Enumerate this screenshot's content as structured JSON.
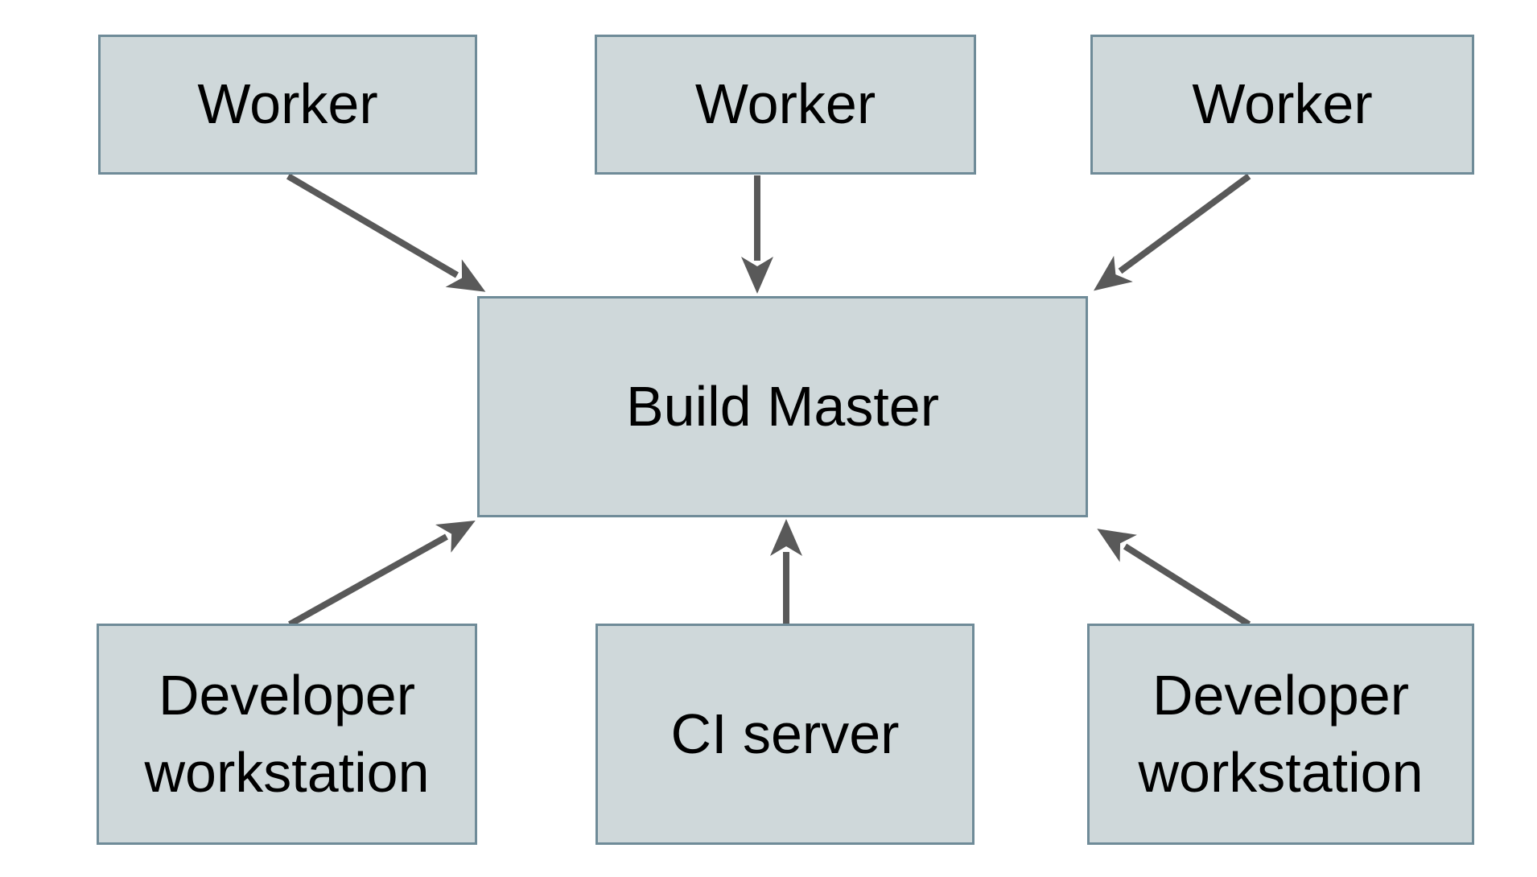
{
  "diagram": {
    "description": "Distributed build system diagram: workers, developer workstations and a CI server all connect to a central Build Master",
    "nodes": {
      "worker1": {
        "label": "Worker"
      },
      "worker2": {
        "label": "Worker"
      },
      "worker3": {
        "label": "Worker"
      },
      "buildMaster": {
        "label": "Build Master"
      },
      "devWorkstation1": {
        "lines": [
          "Developer",
          "workstation"
        ]
      },
      "ciServer": {
        "label": "CI server"
      },
      "devWorkstation2": {
        "lines": [
          "Developer",
          "workstation"
        ]
      }
    },
    "edges": [
      {
        "from": "worker1",
        "to": "buildMaster",
        "direction": "into-build-master"
      },
      {
        "from": "worker2",
        "to": "buildMaster",
        "direction": "into-build-master"
      },
      {
        "from": "worker3",
        "to": "buildMaster",
        "direction": "into-build-master"
      },
      {
        "from": "devWorkstation1",
        "to": "buildMaster",
        "direction": "into-build-master"
      },
      {
        "from": "ciServer",
        "to": "buildMaster",
        "direction": "into-build-master"
      },
      {
        "from": "devWorkstation2",
        "to": "buildMaster",
        "direction": "into-build-master"
      }
    ],
    "colors": {
      "node_fill": "#cfd8da",
      "node_border": "#6f8b98",
      "arrow": "#595959",
      "text": "#000000",
      "background": "#ffffff"
    }
  }
}
